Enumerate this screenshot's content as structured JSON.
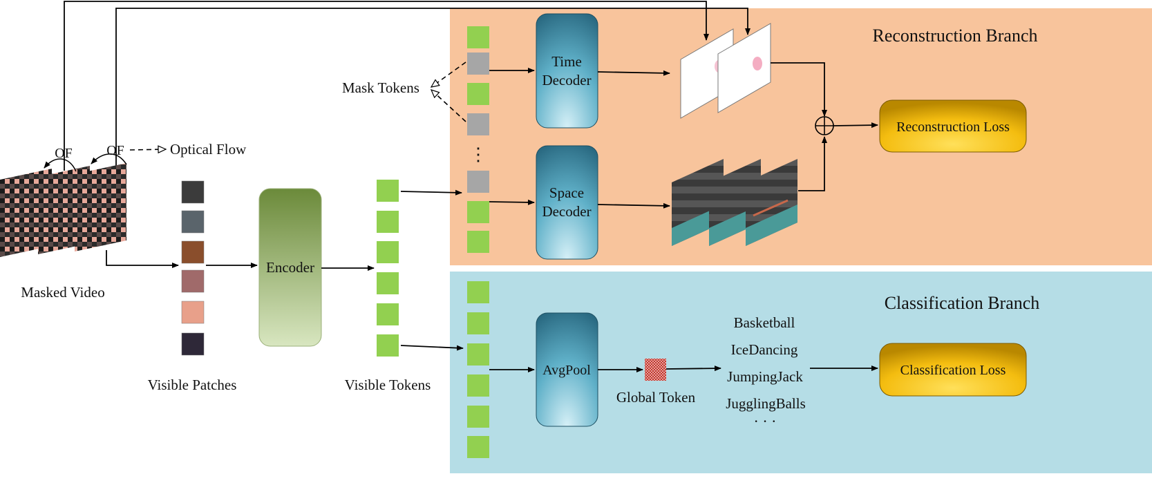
{
  "branches": {
    "reconstruction": {
      "title": "Reconstruction Branch",
      "color": "#f8c49c"
    },
    "classification": {
      "title": "Classification Branch",
      "color": "#b5dde6"
    }
  },
  "labels": {
    "masked_video": "Masked Video",
    "visible_patches": "Visible Patches",
    "visible_tokens": "Visible Tokens",
    "mask_tokens": "Mask Tokens",
    "optical_flow": "Optical Flow",
    "of_1": "OF",
    "of_2": "OF",
    "global_token": "Global Token",
    "ellipsis_tokens": "⋮",
    "ellipsis_classes": "· · ·"
  },
  "modules": {
    "encoder": "Encoder",
    "time_decoder_line1": "Time",
    "time_decoder_line2": "Decoder",
    "space_decoder_line1": "Space",
    "space_decoder_line2": "Decoder",
    "avgpool": "AvgPool"
  },
  "losses": {
    "reconstruction": "Reconstruction Loss",
    "classification": "Classification Loss"
  },
  "classes": [
    "Basketball",
    "IceDancing",
    "JumpingJack",
    "JugglingBalls"
  ],
  "colors": {
    "token_green": "#92d050",
    "mask_gray": "#a6a6a6",
    "encoder_top": "#6b8a3a",
    "encoder_bottom": "#d8e6c0",
    "decoder_top": "#2b6f86",
    "decoder_bottom": "#c9e9f2",
    "loss_top": "#c79300",
    "loss_bottom": "#ffd93b",
    "global_token": "#c0504d"
  }
}
